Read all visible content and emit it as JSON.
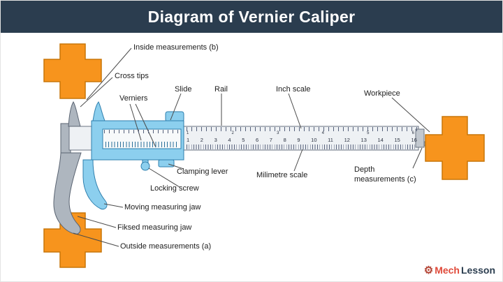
{
  "header": {
    "title": "Diagram of Vernier Caliper"
  },
  "labels": {
    "inside_measurements": "Inside measurements (b)",
    "cross_tips": "Cross tips",
    "verniers": "Verniers",
    "slide": "Slide",
    "rail": "Rail",
    "inch_scale": "Inch scale",
    "workpiece": "Workpiece",
    "clamping_lever": "Clamping lever",
    "millimetre_scale": "Milimetre scale",
    "depth_measurements": "Depth measurements (c)",
    "locking_screw": "Locking screw",
    "moving_measuring_jaw": "Moving measuring jaw",
    "fixed_measuring_jaw": "Fiksed measuring jaw",
    "outside_measurements": "Outside measurements (a)"
  },
  "scale": {
    "inch_numbers": [
      "1",
      "2",
      "3",
      "4",
      "5",
      "6"
    ],
    "mm_numbers": [
      "1",
      "2",
      "3",
      "4",
      "5",
      "6",
      "7",
      "8",
      "9",
      "10",
      "11",
      "12",
      "13",
      "14",
      "15",
      "16"
    ]
  },
  "logo": {
    "brand_primary": "Mech",
    "brand_secondary": "Lesson"
  },
  "colors": {
    "header_bg": "#2b3d4f",
    "workpiece_orange": "#f7941d",
    "slide_blue": "#8ccfee",
    "frame_gray": "#aeb6bf",
    "logo_red": "#e04a3a",
    "logo_navy": "#2b3d4f"
  }
}
